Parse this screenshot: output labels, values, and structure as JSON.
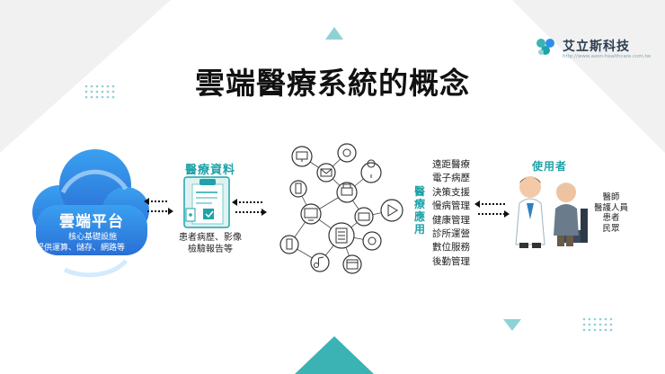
{
  "title": "雲端醫療系統的概念",
  "logo": {
    "name": "艾立斯科技",
    "url": "http://www.axon-healthcare.com.tw"
  },
  "cloud": {
    "title": "雲端平台",
    "sub1": "核心基礎設施",
    "sub2": "提供運算、儲存、網路等"
  },
  "data_section": {
    "title": "醫療資料",
    "desc_line1": "患者病歷、影像",
    "desc_line2": "檢驗報告等"
  },
  "apps": {
    "title": "醫療應用",
    "items": [
      "遠距醫療",
      "電子病歷",
      "決策支援",
      "慢病管理",
      "健康管理",
      "診所運營",
      "數位服務",
      "後勤管理"
    ]
  },
  "users": {
    "title": "使用者",
    "items": [
      "醫師",
      "醫護人員",
      "患者",
      "民眾"
    ]
  },
  "colors": {
    "accent": "#1fa3a8",
    "cloud_blue": "#2f8fe8",
    "bg_triangle": "#f1f1f1",
    "dots": "#8ed0d4"
  }
}
